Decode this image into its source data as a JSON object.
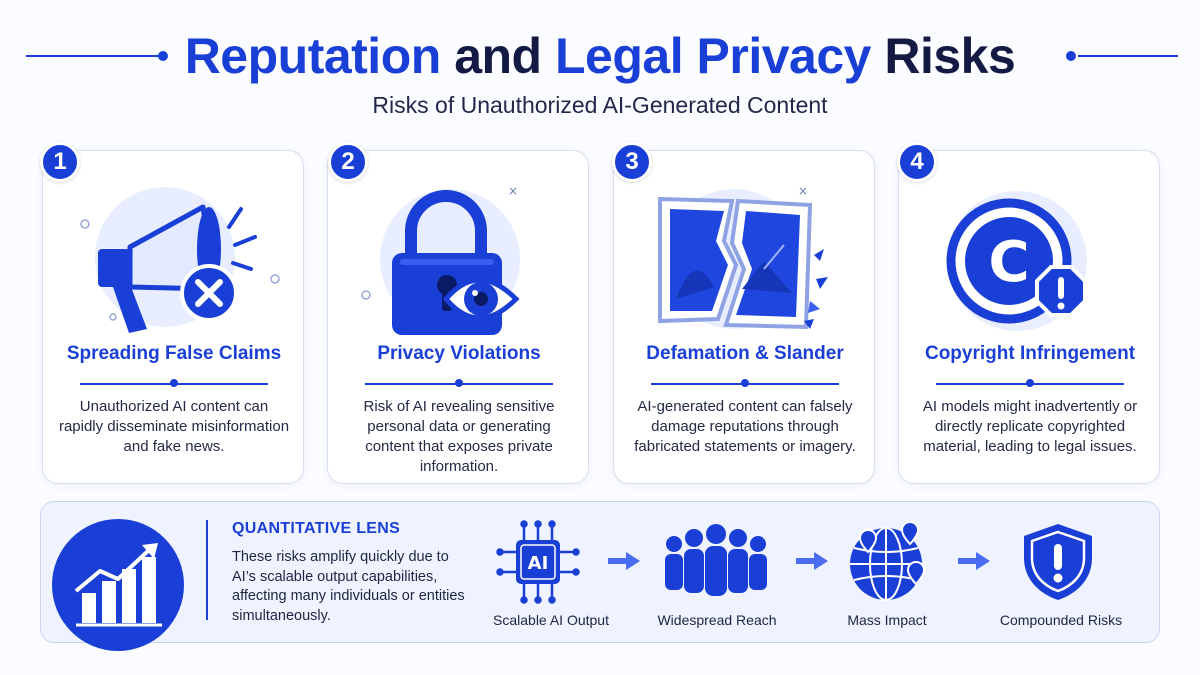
{
  "header": {
    "title_part1": "Reputation",
    "title_part2": "and",
    "title_part3": "Legal",
    "title_part4": "Privacy",
    "title_part5": "Risks",
    "subtitle": "Risks of Unauthorized AI-Generated Content"
  },
  "cards": [
    {
      "number": "1",
      "title": "Spreading False Claims",
      "description": "Unauthorized AI content can rapidly disseminate misinformation and fake news.",
      "icon": "megaphone-icon"
    },
    {
      "number": "2",
      "title": "Privacy Violations",
      "description": "Risk of AI revealing sensitive personal data or generating content that exposes private information.",
      "icon": "padlock-eye-icon"
    },
    {
      "number": "3",
      "title": "Defamation & Slander",
      "description": "AI-generated content can falsely damage reputations through fabricated statements or imagery.",
      "icon": "broken-portrait-icon"
    },
    {
      "number": "4",
      "title": "Copyright Infringement",
      "description": "AI models might inadvertently or directly replicate copyrighted material, leading to legal issues.",
      "icon": "copyright-warning-icon"
    }
  ],
  "lens": {
    "title": "QUANTITATIVE LENS",
    "text": "These risks amplify quickly due to AI’s scalable output capabilities, affecting many individuals or entities simultaneously.",
    "chip_text": "AI",
    "flow": [
      {
        "label": "Scalable AI Output",
        "icon": "ai-chip-icon"
      },
      {
        "label": "Widespread Reach",
        "icon": "crowd-icon"
      },
      {
        "label": "Mass Impact",
        "icon": "globe-pins-icon"
      },
      {
        "label": "Compounded Risks",
        "icon": "shield-alert-icon"
      }
    ]
  },
  "colors": {
    "accent": "#1a3fd6",
    "dark": "#141a44",
    "panel_bg": "#eef3ff"
  }
}
